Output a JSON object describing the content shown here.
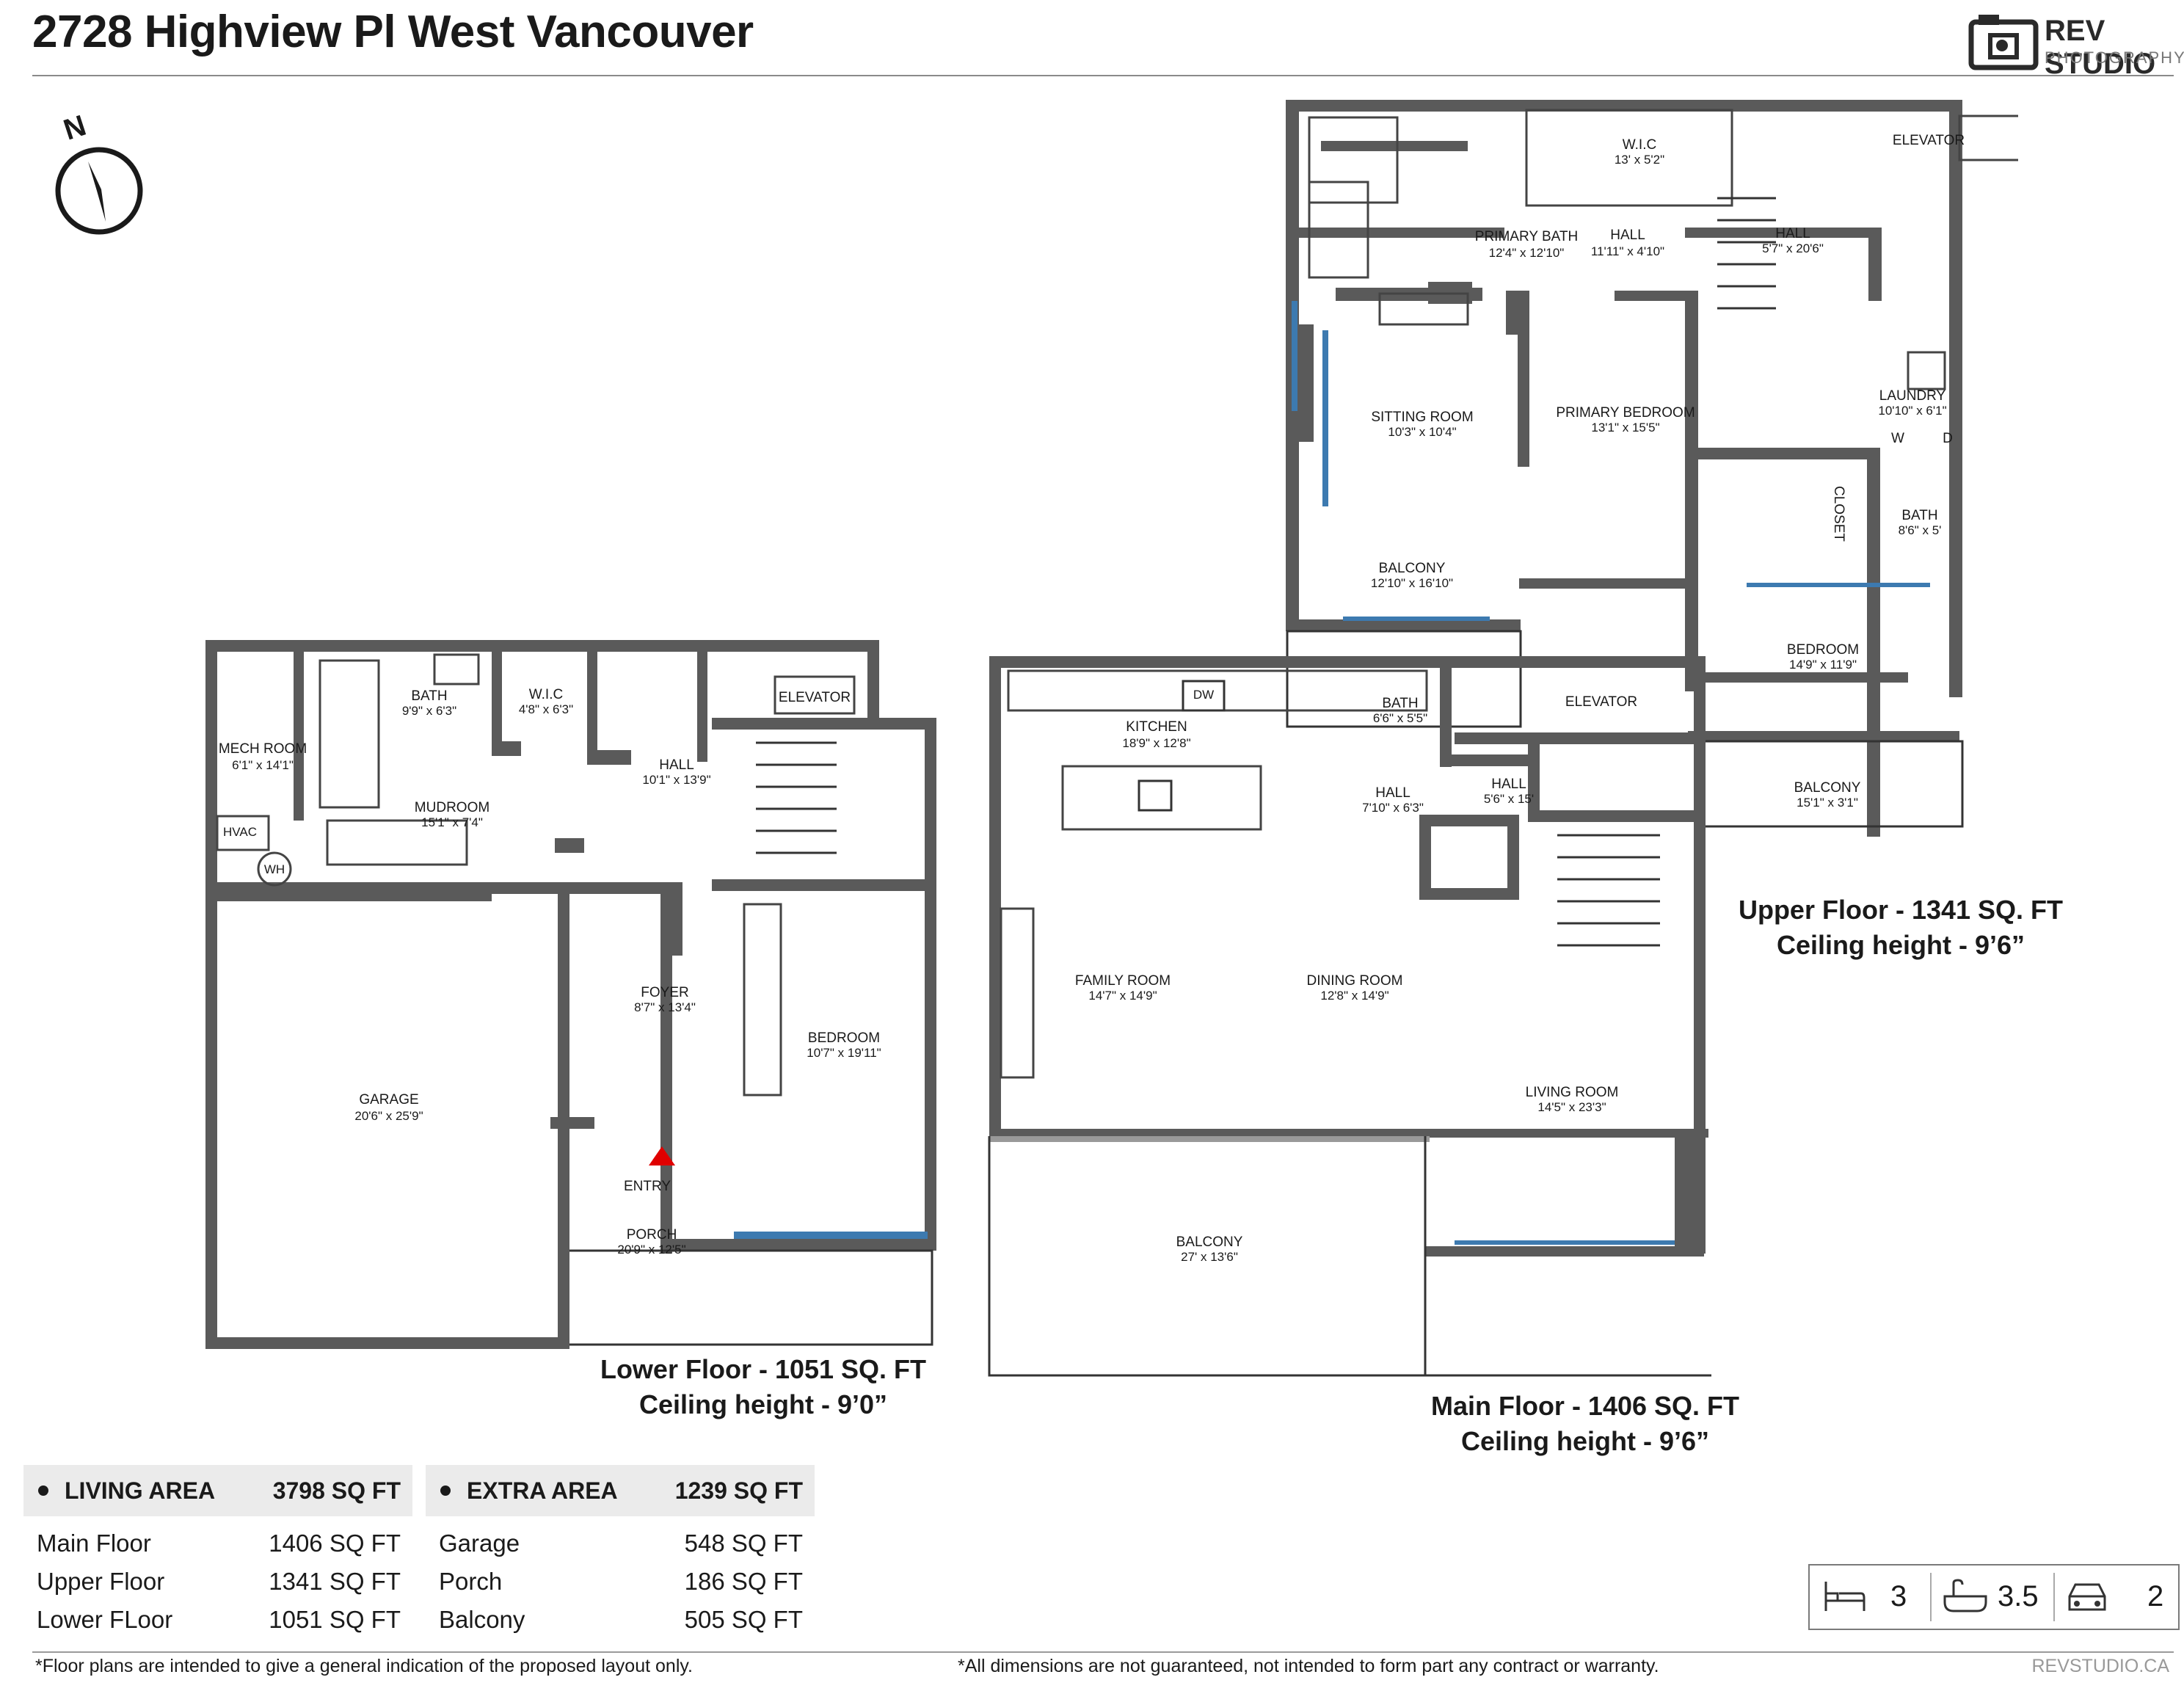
{
  "title": "2728 Highview Pl West Vancouver",
  "brand": {
    "name": "REV STUDIO",
    "tagline": "PHOTOGRAPHY",
    "url": "REVSTUDIO.CA"
  },
  "compass_label": "N",
  "upper_floor": {
    "label": "Upper Floor - 1341 SQ. FT",
    "ceiling": "Ceiling height - 9’6”",
    "rooms": [
      {
        "name": "PRIMARY BATH",
        "dims": "12'4\" x 12'10\""
      },
      {
        "name": "W.I.C",
        "dims": "13' x 5'2\""
      },
      {
        "name": "HALL",
        "dims": "11'11\" x 4'10\""
      },
      {
        "name": "HALL",
        "dims": "5'7\" x 20'6\""
      },
      {
        "name": "ELEVATOR",
        "dims": ""
      },
      {
        "name": "SITTING ROOM",
        "dims": "10'3\" x 10'4\""
      },
      {
        "name": "PRIMARY BEDROOM",
        "dims": "13'1\" x 15'5\""
      },
      {
        "name": "LAUNDRY",
        "dims": "10'10\" x 6'1\""
      },
      {
        "name": "CLOSET",
        "dims": ""
      },
      {
        "name": "BATH",
        "dims": "8'6\" x 5'"
      },
      {
        "name": "BALCONY",
        "dims": "12'10\" x 16'10\""
      },
      {
        "name": "BEDROOM",
        "dims": "14'9\" x 11'9\""
      },
      {
        "name": "BALCONY",
        "dims": "15'1\" x 3'1\""
      }
    ],
    "appliances": {
      "washer": "W",
      "dryer": "D"
    }
  },
  "lower_floor": {
    "label": "Lower Floor - 1051 SQ. FT",
    "ceiling": "Ceiling height - 9’0”",
    "rooms": [
      {
        "name": "MECH ROOM",
        "dims": "6'1\" x 14'1\""
      },
      {
        "name": "BATH",
        "dims": "9'9\" x 6'3\""
      },
      {
        "name": "W.I.C",
        "dims": "4'8\" x 6'3\""
      },
      {
        "name": "ELEVATOR",
        "dims": ""
      },
      {
        "name": "HALL",
        "dims": "10'1\" x 13'9\""
      },
      {
        "name": "MUDROOM",
        "dims": "15'1\" x 7'4\""
      },
      {
        "name": "FOYER",
        "dims": "8'7\" x 13'4\""
      },
      {
        "name": "BEDROOM",
        "dims": "10'7\" x 19'11\""
      },
      {
        "name": "GARAGE",
        "dims": "20'6\" x 25'9\""
      },
      {
        "name": "PORCH",
        "dims": "20'9\" x 12'5\""
      }
    ],
    "fixtures": {
      "hvac": "HVAC",
      "wh": "WH"
    },
    "entry": "ENTRY"
  },
  "main_floor": {
    "label": "Main Floor - 1406 SQ. FT",
    "ceiling": "Ceiling height - 9’6”",
    "rooms": [
      {
        "name": "KITCHEN",
        "dims": "18'9\" x 12'8\""
      },
      {
        "name": "BATH",
        "dims": "6'6\" x 5'5\""
      },
      {
        "name": "ELEVATOR",
        "dims": ""
      },
      {
        "name": "HALL",
        "dims": "7'10\" x 6'3\""
      },
      {
        "name": "HALL",
        "dims": "5'6\" x 15'"
      },
      {
        "name": "FAMILY ROOM",
        "dims": "14'7\" x 14'9\""
      },
      {
        "name": "DINING ROOM",
        "dims": "12'8\" x 14'9\""
      },
      {
        "name": "LIVING ROOM",
        "dims": "14'5\" x 23'3\""
      },
      {
        "name": "BALCONY",
        "dims": "27' x 13'6\""
      }
    ],
    "appliances": {
      "dw": "DW"
    }
  },
  "living_area": {
    "title": "LIVING AREA",
    "total": "3798 SQ FT",
    "rows": [
      {
        "label": "Main Floor",
        "value": "1406 SQ FT"
      },
      {
        "label": "Upper Floor",
        "value": "1341 SQ FT"
      },
      {
        "label": "Lower FLoor",
        "value": "1051 SQ FT"
      }
    ]
  },
  "extra_area": {
    "title": "EXTRA AREA",
    "total": "1239 SQ FT",
    "rows": [
      {
        "label": "Garage",
        "value": "548 SQ FT"
      },
      {
        "label": "Porch",
        "value": "186 SQ FT"
      },
      {
        "label": "Balcony",
        "value": "505 SQ FT"
      }
    ]
  },
  "summary": {
    "bedrooms": "3",
    "bathrooms": "3.5",
    "garage": "2"
  },
  "footer": {
    "left": "*Floor plans are intended to give a general indication of the proposed layout only.",
    "right": "*All dimensions are not guaranteed, not intended to form part any contract or warranty."
  },
  "colors": {
    "wall": "#5a5a5a",
    "window": "#3d7ab0",
    "entry_marker": "#e00000"
  }
}
